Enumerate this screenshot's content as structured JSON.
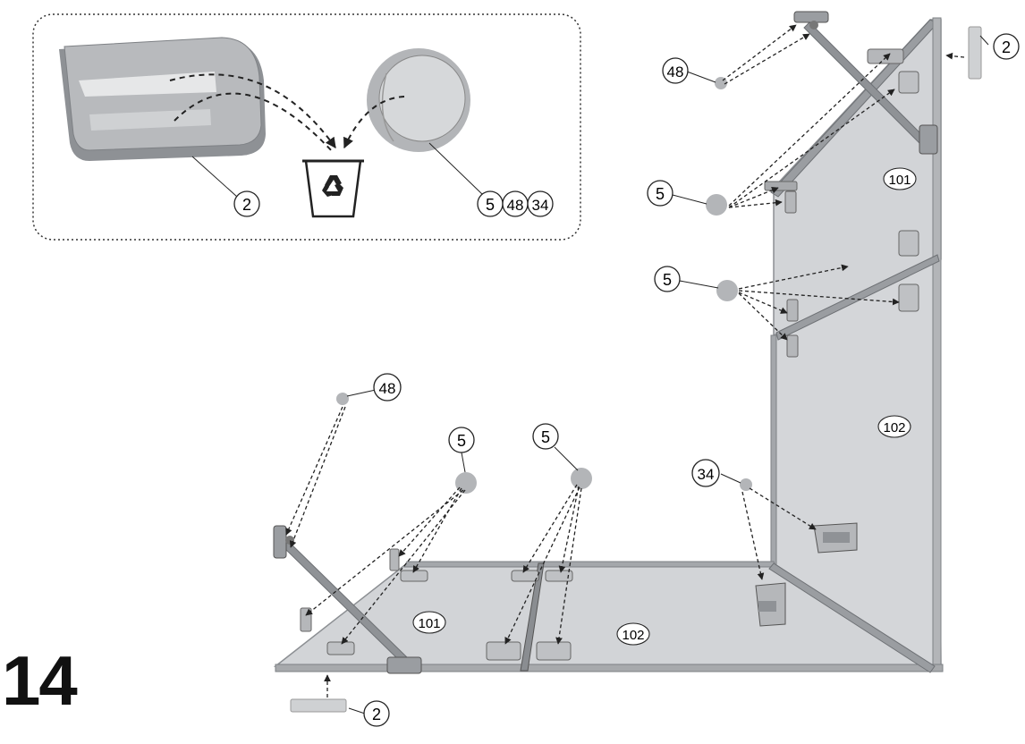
{
  "step_number": "14",
  "inset": {
    "tray_callout": "2",
    "disc_callouts": [
      "5",
      "48",
      "34"
    ],
    "icon": "recycle-bin-icon"
  },
  "callouts": {
    "top_bracket": "48",
    "top_right_cap": "2",
    "upper_pads": "5",
    "middle_pads": "5",
    "panel_101_vertical": "101",
    "panel_102_vertical": "102",
    "corner_pad": "34",
    "left_bracket": "48",
    "left_pads": "5",
    "center_pads": "5",
    "panel_101_floor": "101",
    "panel_102_floor": "102",
    "bottom_cap": "2"
  },
  "colors": {
    "panel": "#d2d4d7",
    "panel_edge": "#8c8f93",
    "part": "#9a9da1",
    "line": "#222222"
  }
}
